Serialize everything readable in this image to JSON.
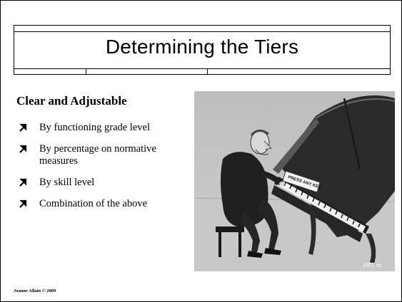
{
  "slide": {
    "title": "Determining the Tiers",
    "heading": "Clear and Adjustable",
    "bullets": [
      "By functioning grade level",
      "By percentage on normative measures",
      "By skill level",
      "Combination of the above"
    ],
    "image": {
      "sign_text": "PRESS ANY KEY",
      "signature": "ART m"
    },
    "footer": "Joanne Allain © 2009"
  }
}
